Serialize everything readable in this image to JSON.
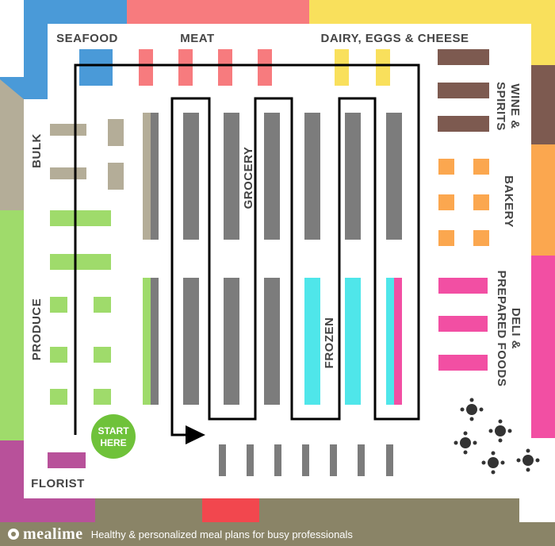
{
  "labels": {
    "seafood": "SEAFOOD",
    "meat": "MEAT",
    "dairy": "DAIRY, EGGS & CHEESE",
    "wine_line1": "WINE &",
    "wine_line2": "SPIRITS",
    "bulk": "BULK",
    "bakery": "BAKERY",
    "grocery": "GROCERY",
    "deli_line1": "DELI &",
    "deli_line2": "PREPARED FOODS",
    "produce": "PRODUCE",
    "frozen": "FROZEN",
    "florist": "FLORIST",
    "start_line1": "START",
    "start_line2": "HERE"
  },
  "footer": {
    "brand": "mealime",
    "tagline": "Healthy & personalized meal plans for busy professionals"
  },
  "colors": {
    "seafood": "#4a9ad8",
    "meat": "#f77b7e",
    "dairy": "#f9e05c",
    "wine": "#7d5a50",
    "bakery": "#fba74f",
    "deli": "#f24fa3",
    "produce": "#9fdb6b",
    "bulk": "#b4ad98",
    "florist": "#b8519a",
    "frozen": "#4fe6ea",
    "shelf": "#7c7c7c",
    "checkout": "#f2474e",
    "footer": "#8a8467"
  },
  "icons": [
    "route-arrow-icon",
    "seating-table-icon"
  ]
}
